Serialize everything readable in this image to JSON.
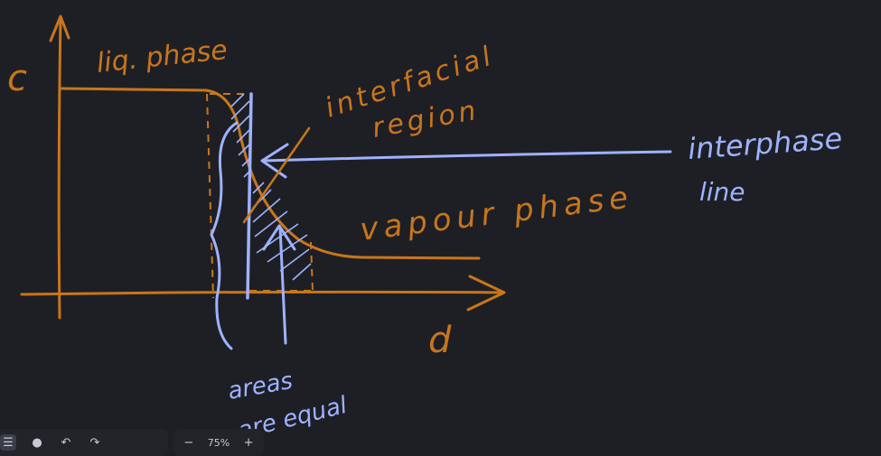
{
  "colors": {
    "background": "#1e1f25",
    "orange": "#c8761c",
    "blue": "#9fb2ff"
  },
  "labels": {
    "y_axis": "c",
    "x_axis": "d",
    "liquid_phase": "liq. phase",
    "interfacial_line1": "interfacial",
    "interfacial_line2": "region",
    "vapour_phase": "vapour phase",
    "interphase_line1": "interphase",
    "interphase_line2": "line",
    "areas_line1": "areas",
    "areas_line2": "are equal"
  },
  "toolbar": {
    "menu_icon": "menu-icon",
    "palette_icon": "palette-icon",
    "undo_icon": "undo-icon",
    "redo_icon": "redo-icon",
    "zoom_out": "−",
    "zoom_level": "75%",
    "zoom_in": "+"
  }
}
